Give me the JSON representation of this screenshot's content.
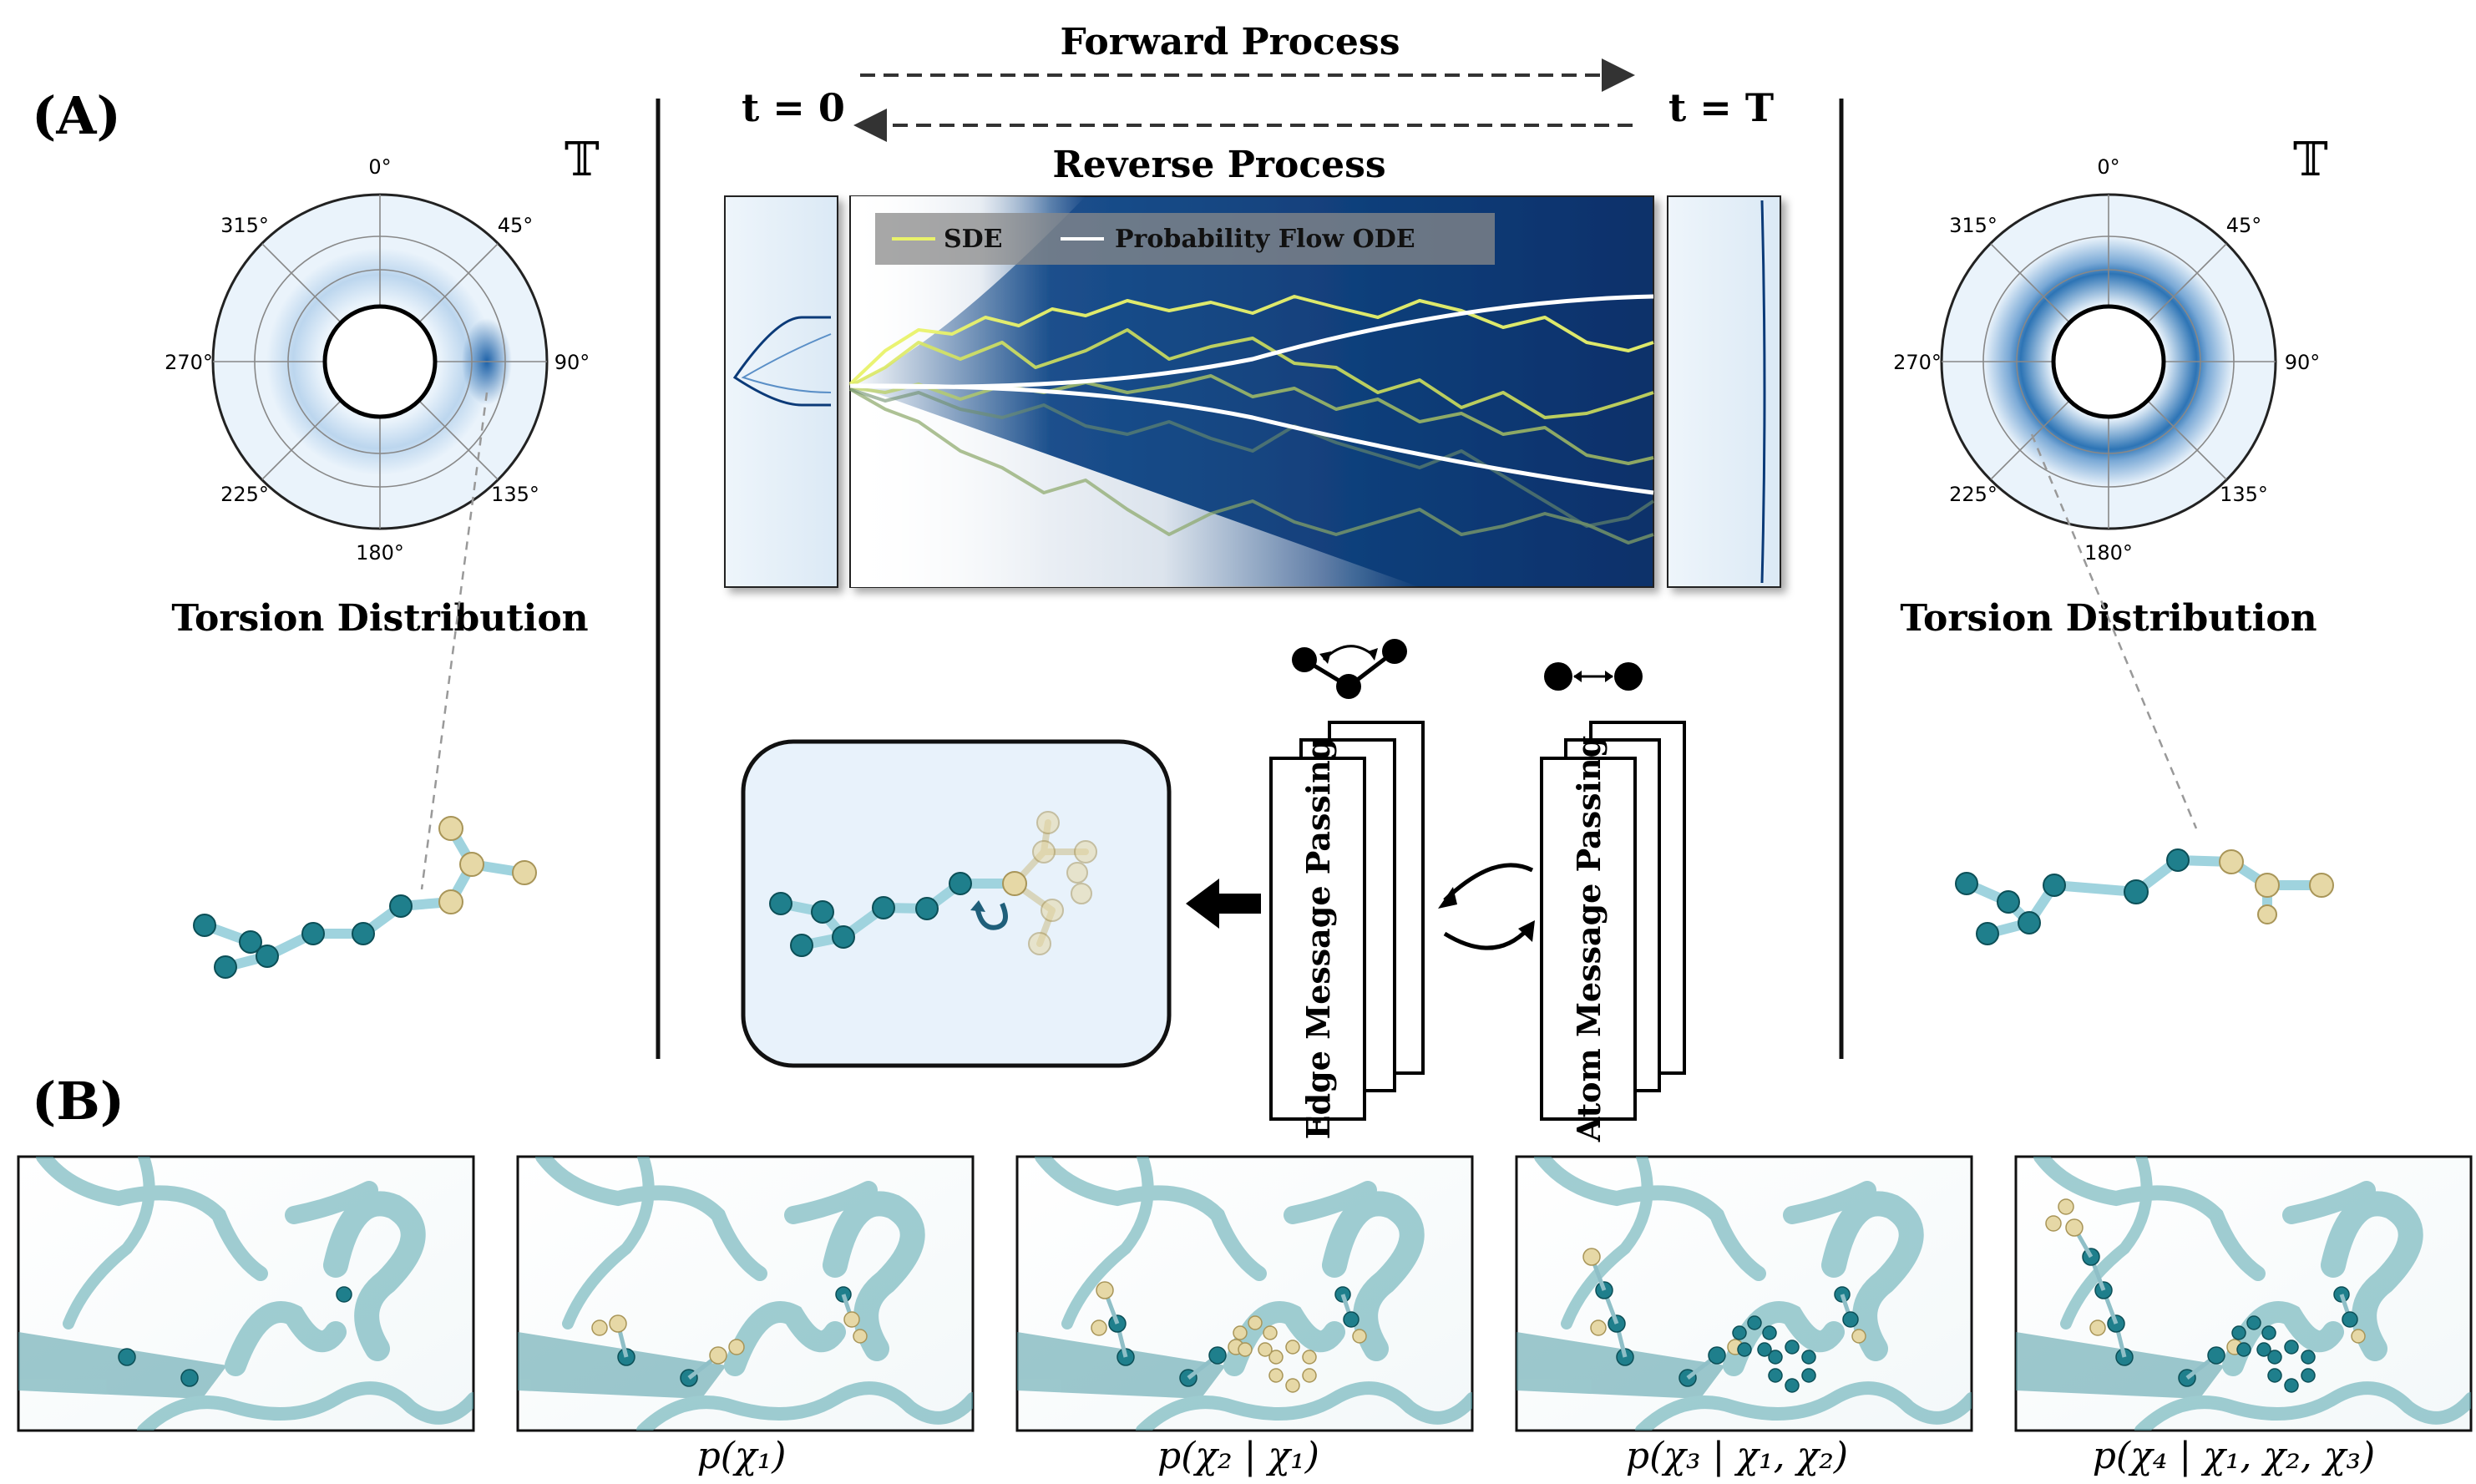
{
  "panel_a": {
    "label": "(A)",
    "t_start": "t = 0",
    "t_end": "t = T",
    "forward": "Forward Process",
    "reverse": "Reverse Process",
    "legend": {
      "sde": "SDE",
      "ode": "Probability Flow ODE"
    },
    "torus_symbol": "𝕋",
    "left_title": "Torsion Distribution",
    "right_title": "Torsion Distribution",
    "angles": [
      "0°",
      "45°",
      "90°",
      "135°",
      "180°",
      "225°",
      "270°",
      "315°"
    ],
    "edge_mp": "Edge Message Passing",
    "atom_mp": "Atom Message Passing"
  },
  "panel_b": {
    "label": "(B)",
    "captions": [
      "",
      "p(χ₁)",
      "p(χ₂ | χ₁)",
      "p(χ₃ | χ₁, χ₂)",
      "p(χ₄ | χ₁, χ₂, χ₃)"
    ]
  },
  "colors": {
    "teal": "#1f7f8c",
    "bond": "#8fd0dc",
    "sand": "#e6d8a6",
    "deep_blue": "#0b3a78",
    "sde": "#e9f26a"
  }
}
